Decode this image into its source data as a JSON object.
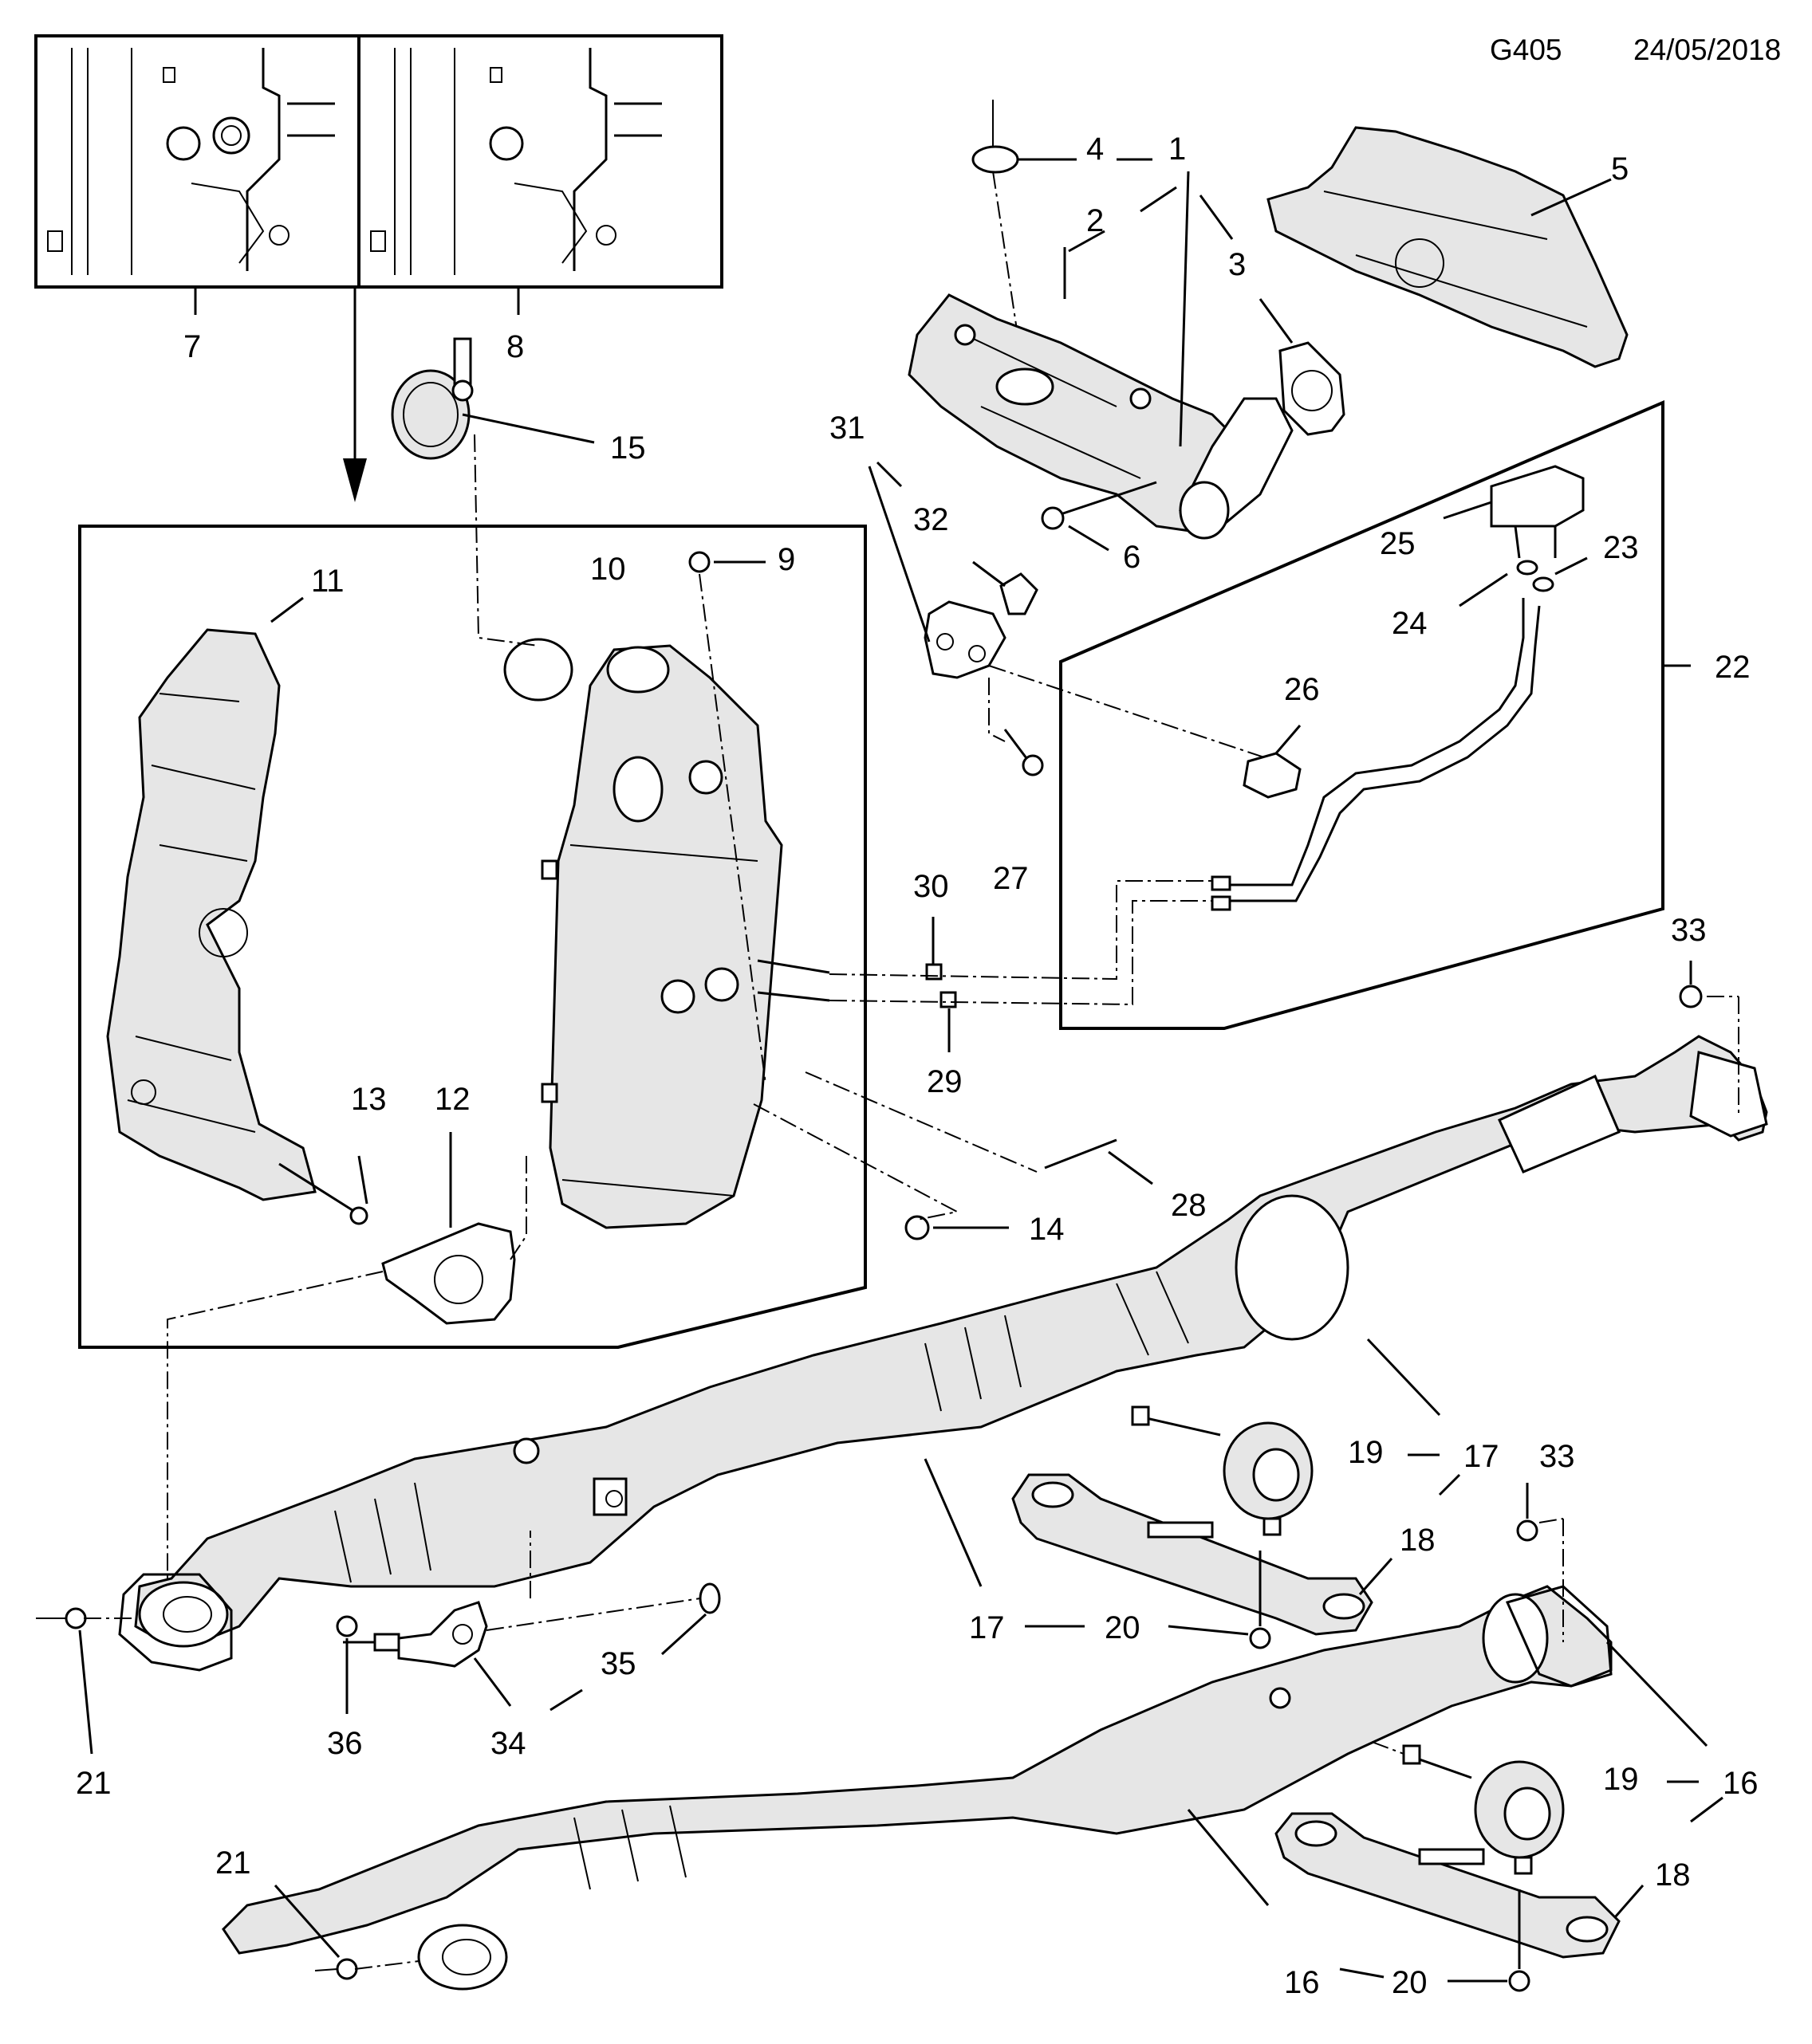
{
  "header": {
    "code": "G405",
    "date": "24/05/2018"
  },
  "callouts": {
    "c1": "1",
    "c2": "2",
    "c3": "3",
    "c4": "4",
    "c5": "5",
    "c6": "6",
    "c7": "7",
    "c8": "8",
    "c9": "9",
    "c10": "10",
    "c11": "11",
    "c12": "12",
    "c13": "13",
    "c14": "14",
    "c15": "15",
    "c16": "16",
    "c17": "17",
    "c18": "18",
    "c19": "19",
    "c20": "20",
    "c21": "21",
    "c22": "22",
    "c23": "23",
    "c24": "24",
    "c25": "25",
    "c26": "26",
    "c27": "27",
    "c28": "28",
    "c29": "29",
    "c30": "30",
    "c31": "31",
    "c32": "32",
    "c33": "33",
    "c34": "34",
    "c35": "35",
    "c36": "36"
  }
}
